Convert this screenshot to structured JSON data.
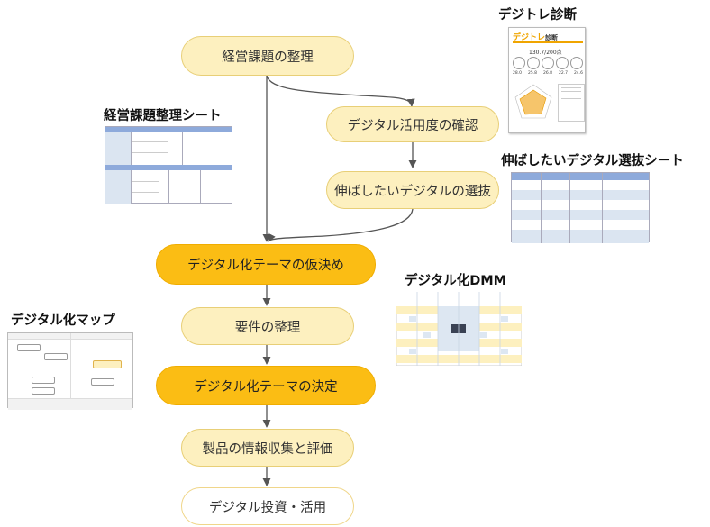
{
  "flow": {
    "step1": "経営課題の整理",
    "step2": "デジタル活用度の確認",
    "step3": "伸ばしたいデジタルの選抜",
    "step4": "デジタル化テーマの仮決め",
    "step5": "要件の整理",
    "step6": "デジタル化テーマの決定",
    "step7": "製品の情報収集と評価",
    "step8": "デジタル投資・活用"
  },
  "captions": {
    "diagnosis": "デジトレ診断",
    "sheet": "経営課題整理シート",
    "selection_sheet": "伸ばしたいデジタル選抜シート",
    "dmm": "デジタル化DMM",
    "map": "デジタル化マップ"
  },
  "diagnosis_thumb": {
    "logo": "デジトレ",
    "logo_sub": "診断",
    "score": "130.7/200点",
    "scores": [
      "28.0",
      "25.8",
      "26.8",
      "22.7",
      "24.6"
    ]
  },
  "colors": {
    "node_light": "#fdf0bf",
    "node_dark": "#fbbd14",
    "node_border": "#e8cf77",
    "arrow": "#555555",
    "sheet_header": "#8eaadb",
    "sheet_row": "#dbe5f1"
  }
}
